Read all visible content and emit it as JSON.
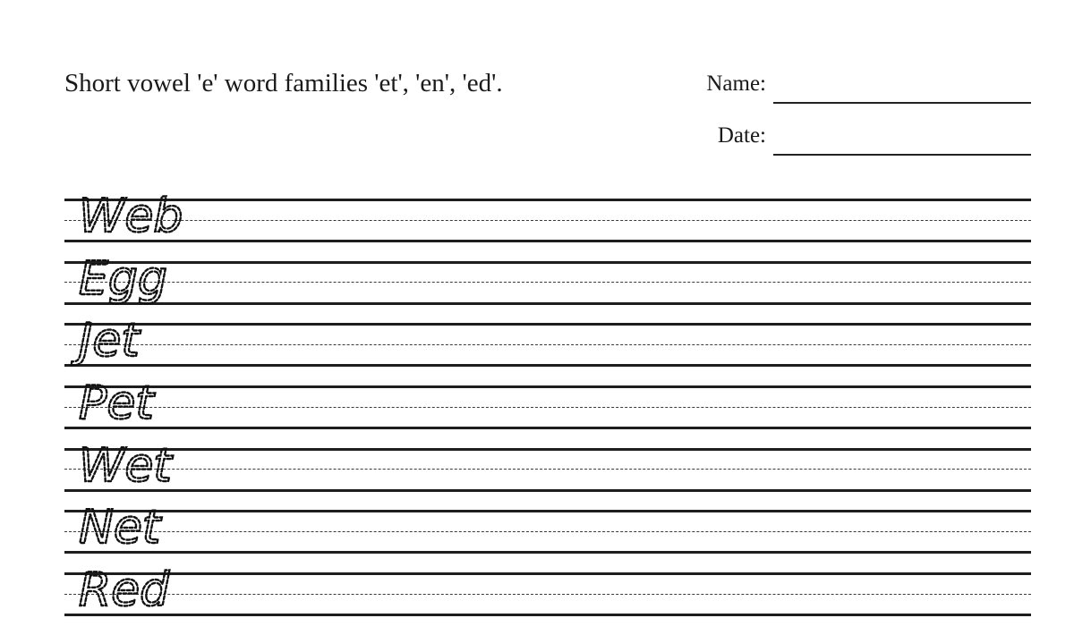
{
  "worksheet": {
    "title": "Short vowel 'e' word families 'et', 'en', 'ed'.",
    "name_label": "Name:",
    "date_label": "Date:",
    "name_value": "",
    "date_value": ""
  },
  "practice_rows": [
    {
      "word": "Web"
    },
    {
      "word": "Egg"
    },
    {
      "word": "Jet"
    },
    {
      "word": "Pet"
    },
    {
      "word": "Wet"
    },
    {
      "word": "Net"
    },
    {
      "word": "Red"
    }
  ],
  "style": {
    "ink_color": "#1e1e1e",
    "line_style": "handwriting-guide: solid top, dashed midline, solid baseline",
    "tracing_style": "dotted print"
  }
}
